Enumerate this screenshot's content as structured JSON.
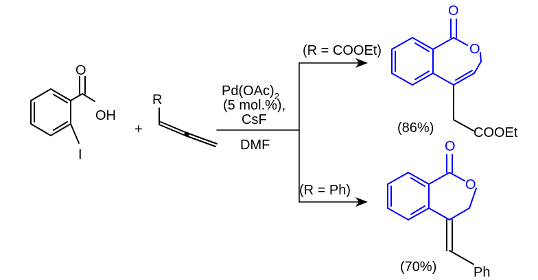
{
  "colors": {
    "reagent_structure": "#000000",
    "product_core": "#0000ff",
    "background": "#ffffff"
  },
  "reactant_acid": {
    "carbonyl_O": "O",
    "hydroxyl": "OH",
    "halogen": "I"
  },
  "plus": "+",
  "reactant_allene": {
    "substituent": "R"
  },
  "conditions": {
    "catalyst": "Pd(OAc)",
    "catalyst_subscript": "2",
    "loading": "(5 mol.%),",
    "base": "CsF",
    "solvent": "DMF"
  },
  "branch_top": {
    "condition": "(R = COOEt)"
  },
  "branch_bottom": {
    "condition": "(R = Ph)"
  },
  "product_top": {
    "carbonyl_O": "O",
    "ring_O": "O",
    "side_chain": "COOEt",
    "yield": "(86%)"
  },
  "product_bottom": {
    "carbonyl_O": "O",
    "ring_O": "O",
    "side_chain": "Ph",
    "yield": "(70%)"
  }
}
